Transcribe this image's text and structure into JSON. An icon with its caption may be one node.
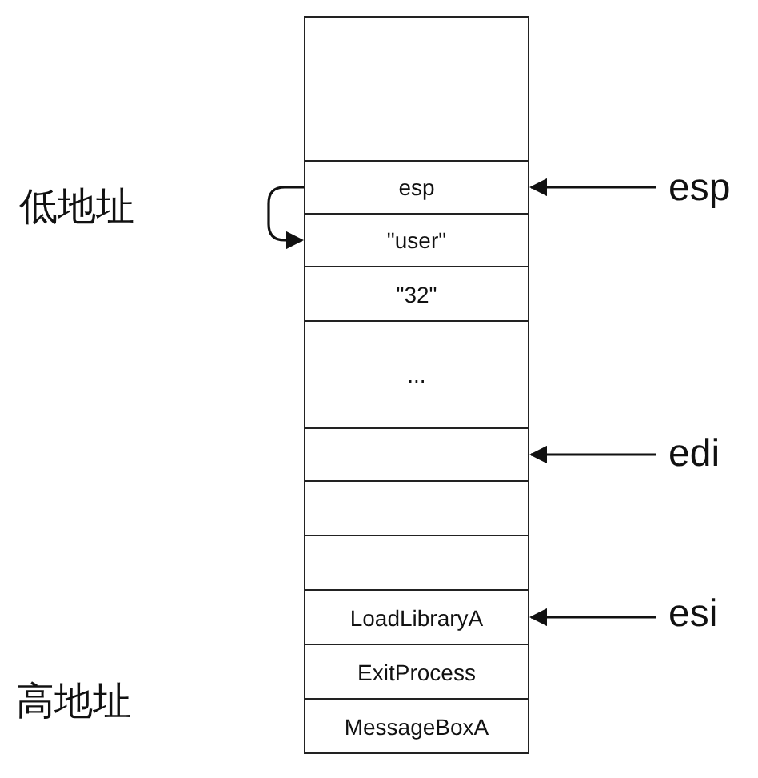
{
  "diagram": {
    "nodes": [
      {
        "text": [],
        "shape": "box"
      },
      {
        "text": [
          "esp"
        ]
      },
      {
        "text": [
          "\"user\""
        ]
      },
      {
        "text": [
          "\"32\""
        ]
      },
      {
        "text": [
          "..."
        ]
      },
      {
        "text": [],
        "shape": "box"
      },
      {
        "text": [],
        "shape": "box"
      },
      {
        "text": [],
        "shape": "box"
      },
      {
        "text": [
          "LoadLibraryA"
        ]
      },
      {
        "text": [
          "ExitProcess"
        ]
      },
      {
        "text": [
          "MessageBoxA"
        ]
      },
      {
        "text": [
          "esp"
        ]
      },
      {
        "text": [
          "edi"
        ]
      },
      {
        "text": [
          "esi"
        ]
      }
    ],
    "edges": [
      {
        "from": 1,
        "to": 2,
        "arrow": "to"
      },
      {
        "from": 11,
        "to": 1,
        "arrow": "to"
      },
      {
        "from": 12,
        "to": 5,
        "arrow": "to"
      },
      {
        "from": 13,
        "to": 8,
        "arrow": "to"
      }
    ],
    "labels": [
      "低地址",
      "高地址"
    ]
  }
}
